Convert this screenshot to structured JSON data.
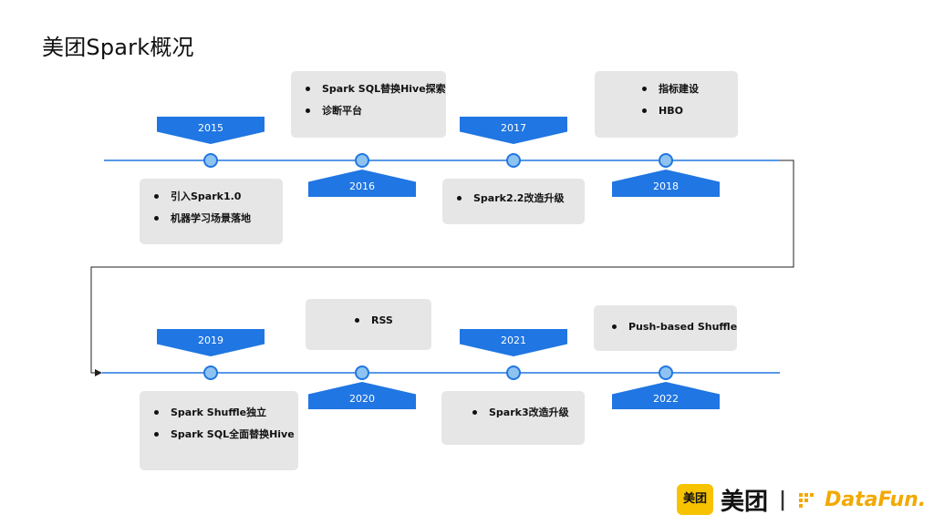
{
  "title": "美团Spark概况",
  "timeline": [
    {
      "year": "2015",
      "items": [
        "引入Spark1.0",
        "机器学习场景落地"
      ]
    },
    {
      "year": "2016",
      "items": [
        "Spark SQL替换Hive探索",
        "诊断平台"
      ]
    },
    {
      "year": "2017",
      "items": [
        "Spark2.2改造升级"
      ]
    },
    {
      "year": "2018",
      "items": [
        "指标建设",
        "HBO"
      ]
    },
    {
      "year": "2019",
      "items": [
        "Spark Shuffle独立",
        "Spark SQL全面替换Hive"
      ]
    },
    {
      "year": "2020",
      "items": [
        "RSS"
      ]
    },
    {
      "year": "2021",
      "items": [
        "Spark3改造升级"
      ]
    },
    {
      "year": "2022",
      "items": [
        "Push-based Shuffle"
      ]
    }
  ],
  "footer": {
    "logo_badge": "美团",
    "logo_text": "美团",
    "separator": "|",
    "datafun": "DataFun."
  },
  "colors": {
    "accent": "#2076e2",
    "node_fill": "#8ec3f0",
    "box": "#e6e6e6",
    "datafun": "#f2a900"
  }
}
